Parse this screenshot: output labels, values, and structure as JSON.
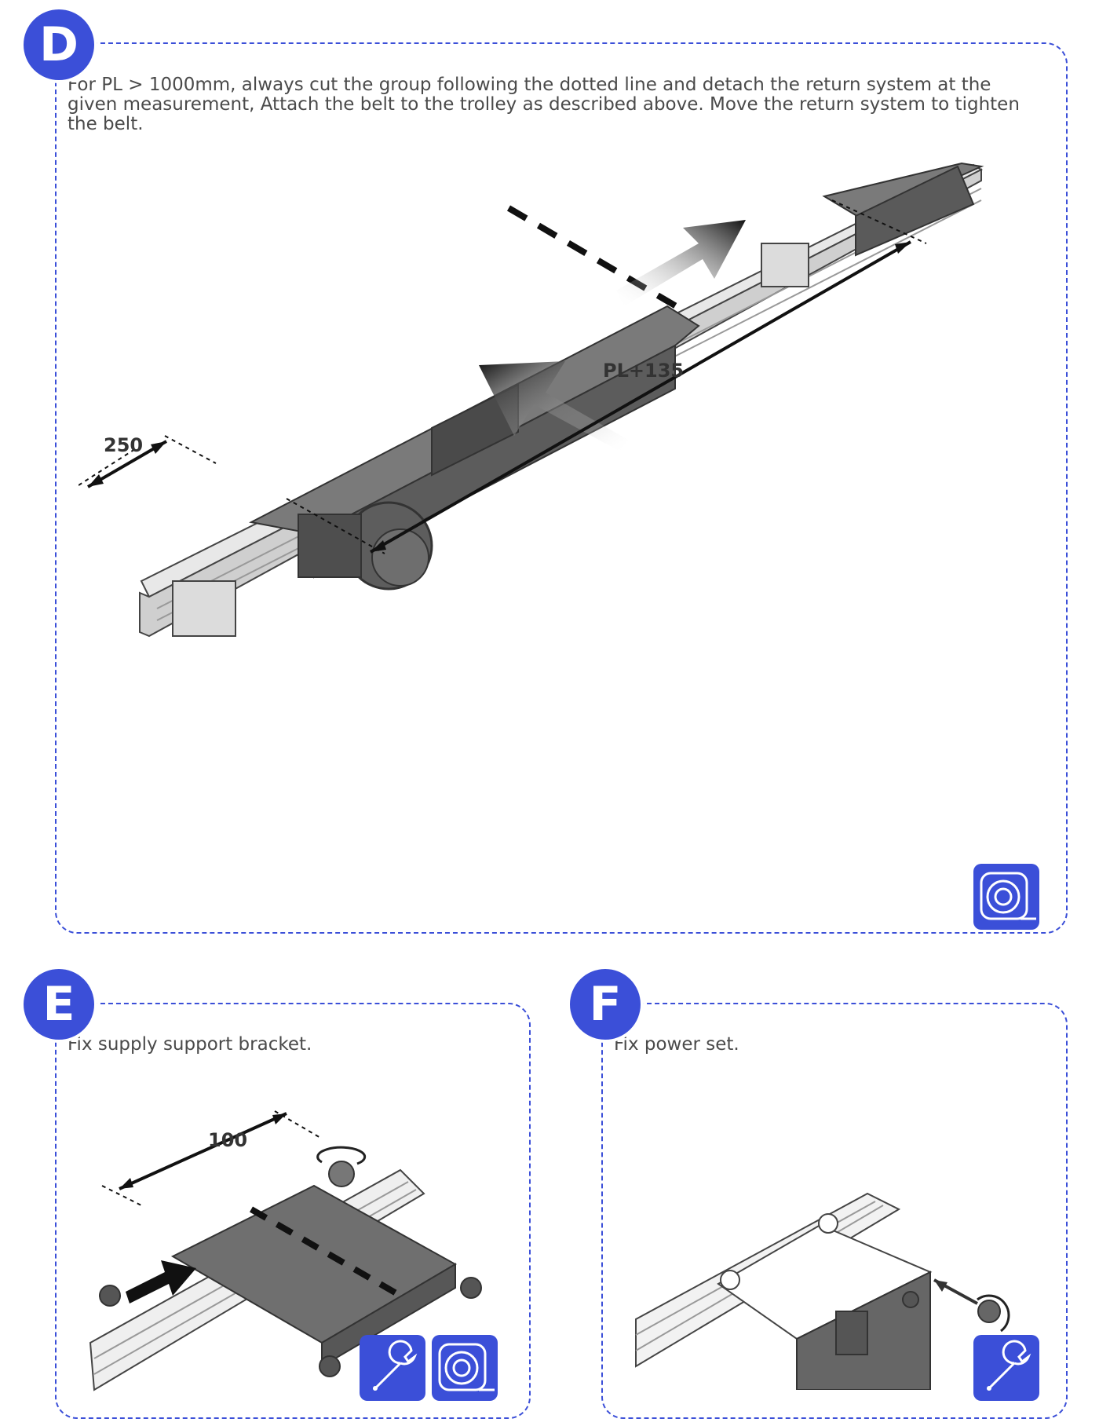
{
  "colors": {
    "accent": "#3b4fd8",
    "text": "#4a4a4a",
    "metal": "#6f6f6f"
  },
  "step_d": {
    "letter": "D",
    "instruction": "For PL > 1000mm, always cut the group following the dotted line and detach the return system at the given measurement, Attach the belt to the trolley as described above. Move the return system to tighten the belt.",
    "dim_short": "250",
    "dim_long": "PL+135",
    "icons": [
      "tape-measure-icon"
    ]
  },
  "step_e": {
    "letter": "E",
    "instruction": "Fix supply support bracket.",
    "dim": "100",
    "icons": [
      "wrench-icon",
      "tape-measure-icon"
    ]
  },
  "step_f": {
    "letter": "F",
    "instruction": "Fix power set.",
    "icons": [
      "wrench-icon"
    ]
  }
}
